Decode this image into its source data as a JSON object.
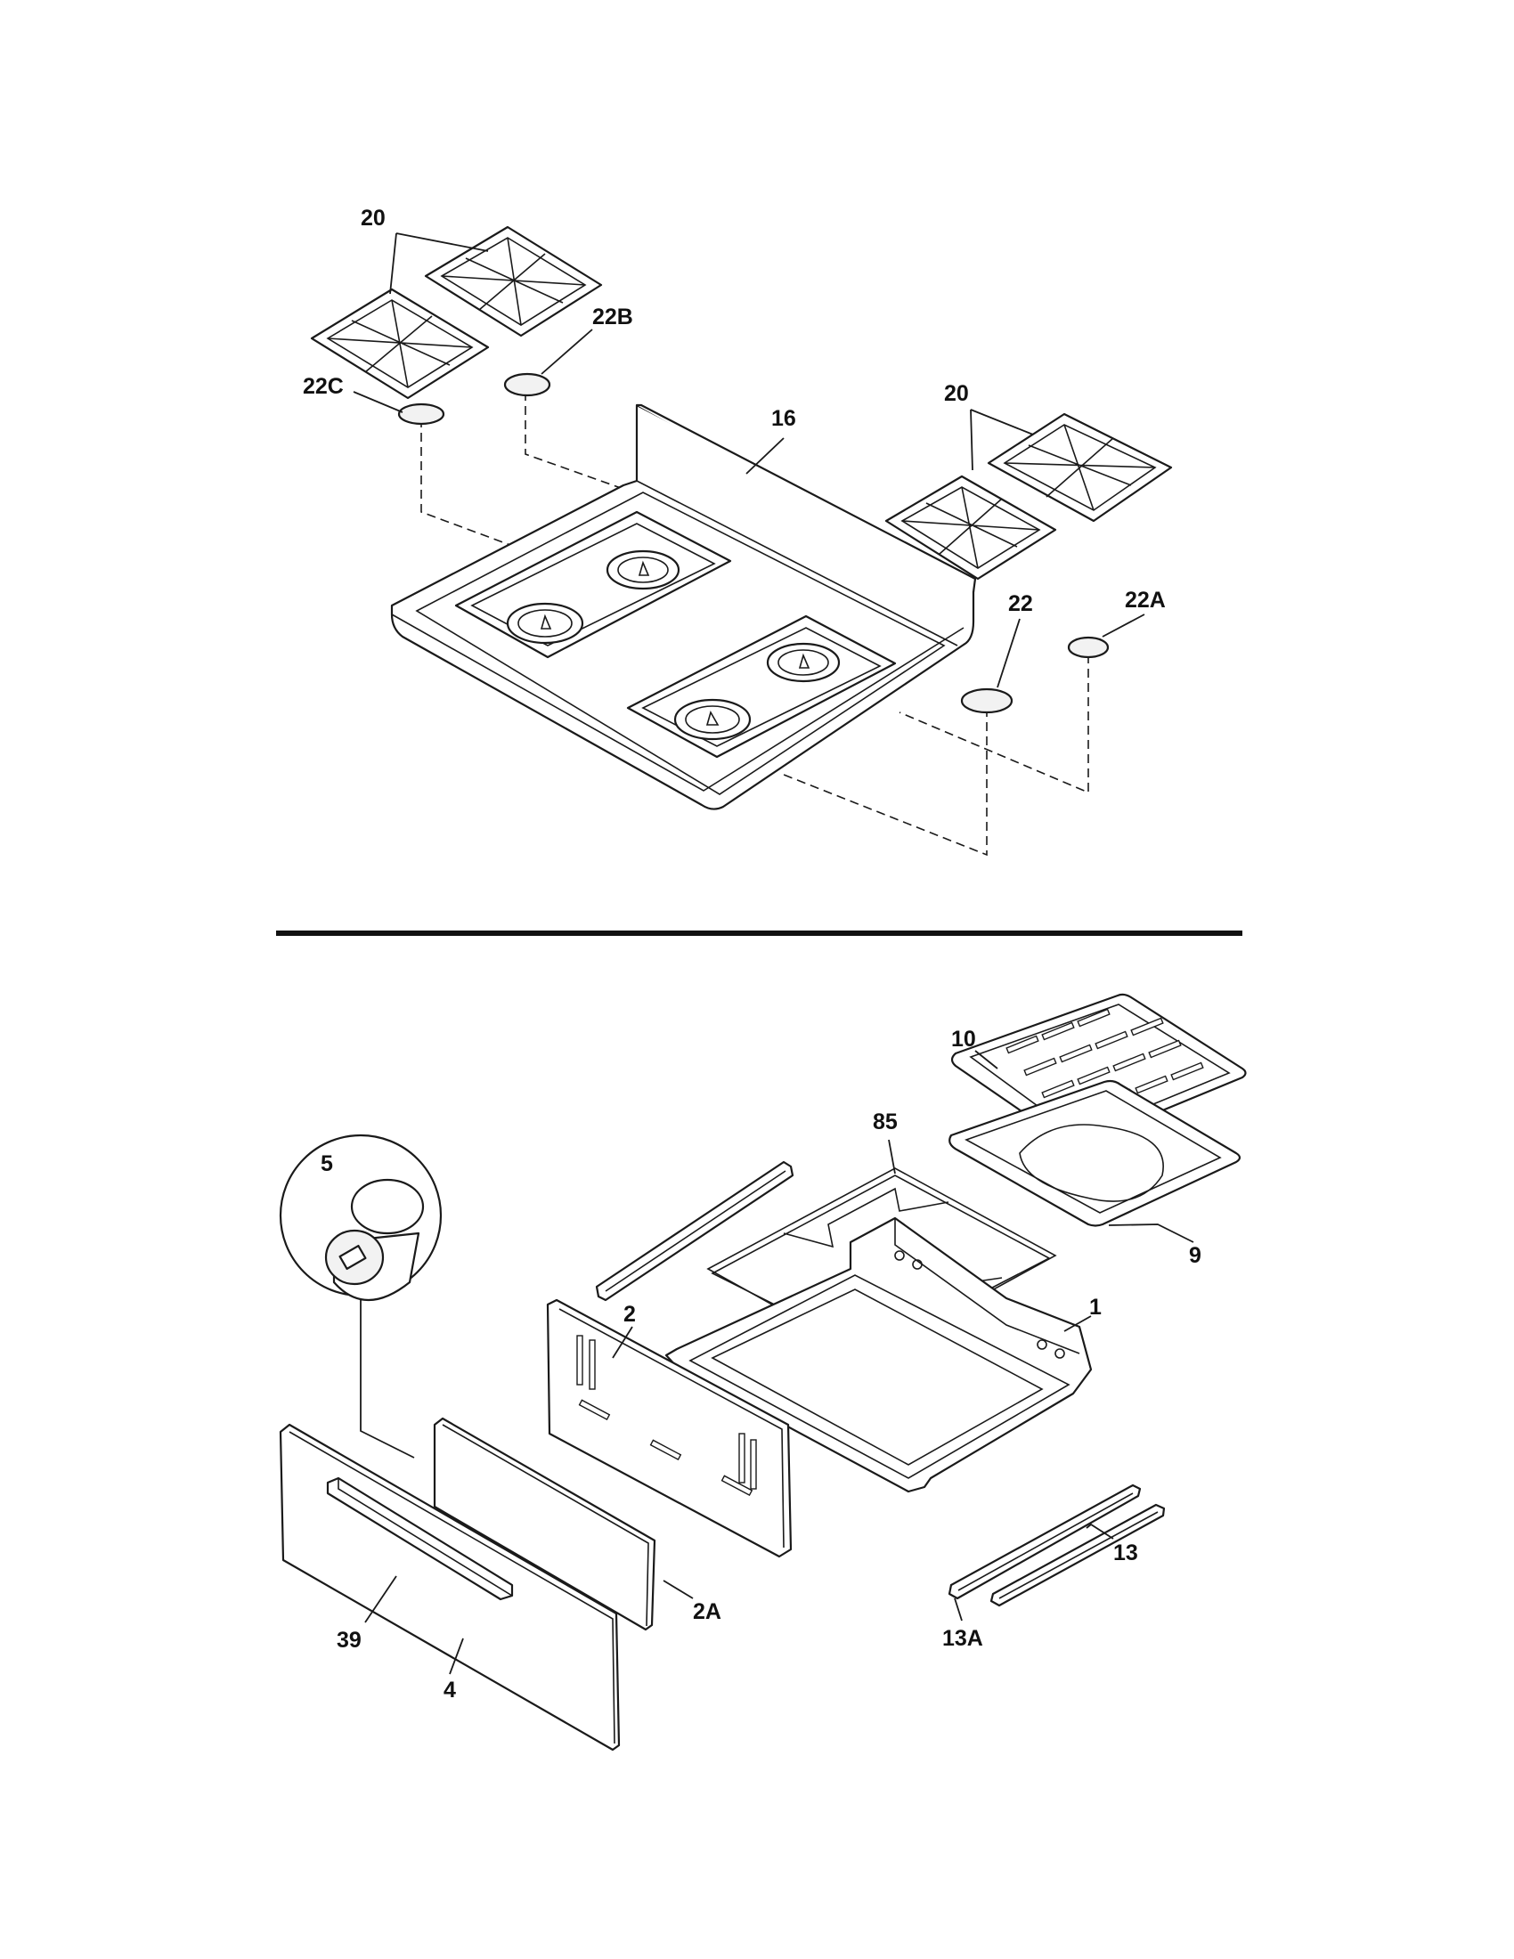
{
  "diagram": {
    "callouts": [
      {
        "id": "c-20a",
        "text": "20"
      },
      {
        "id": "c-22b",
        "text": "22B"
      },
      {
        "id": "c-22c",
        "text": "22C"
      },
      {
        "id": "c-16",
        "text": "16"
      },
      {
        "id": "c-20b",
        "text": "20"
      },
      {
        "id": "c-22",
        "text": "22"
      },
      {
        "id": "c-22a",
        "text": "22A"
      },
      {
        "id": "c-10",
        "text": "10"
      },
      {
        "id": "c-85",
        "text": "85"
      },
      {
        "id": "c-9",
        "text": "9"
      },
      {
        "id": "c-5",
        "text": "5"
      },
      {
        "id": "c-1",
        "text": "1"
      },
      {
        "id": "c-2",
        "text": "2"
      },
      {
        "id": "c-13",
        "text": "13"
      },
      {
        "id": "c-13a",
        "text": "13A"
      },
      {
        "id": "c-2a",
        "text": "2A"
      },
      {
        "id": "c-39",
        "text": "39"
      },
      {
        "id": "c-4",
        "text": "4"
      }
    ]
  }
}
